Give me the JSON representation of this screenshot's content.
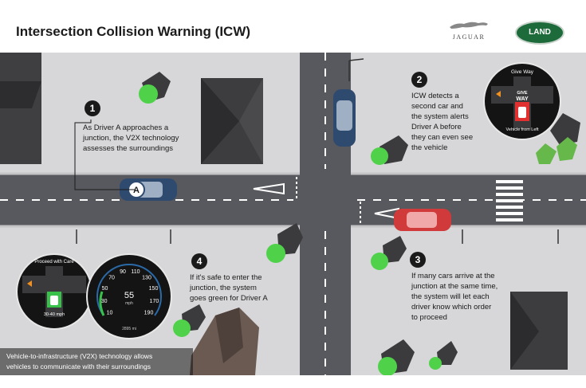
{
  "title": "Intersection Collision Warning (ICW)",
  "logos": {
    "jaguar": "JAGUAR",
    "land_rover": "LAND ROVER"
  },
  "steps": [
    {
      "number": "1",
      "text_lines": [
        "As Driver A approaches a",
        "junction, the V2X technology",
        "assesses the surroundings"
      ]
    },
    {
      "number": "2",
      "text_lines": [
        "ICW detects a",
        "second car and",
        "the system alerts",
        "Driver A before",
        "they can even see",
        "the vehicle"
      ]
    },
    {
      "number": "3",
      "text_lines": [
        "If many cars arrive at the",
        "junction at the same time,",
        "the system will let each",
        "driver know which order",
        "to proceed"
      ]
    },
    {
      "number": "4",
      "text_lines": [
        "If it's safe to enter the",
        "junction, the system",
        "goes green for Driver A"
      ]
    }
  ],
  "car_label": "A",
  "alert_display": {
    "top": "Give Way",
    "center_lines": [
      "GIVE",
      "WAY"
    ],
    "bottom": "Vehicle from Left"
  },
  "dash_display": {
    "top": "Proceed with Care",
    "center": "GO",
    "bottom": "30-40 mph"
  },
  "speedometer": {
    "ticks": [
      "10",
      "30",
      "50",
      "70",
      "90",
      "110",
      "130",
      "150",
      "170",
      "190"
    ],
    "speed": "55",
    "unit": "mph",
    "odometer": "2895 mi"
  },
  "footer_caption_lines": [
    "Vehicle-to-infrastructure (V2X) technology allows",
    "vehicles to communicate with their surroundings"
  ],
  "colors": {
    "road": "#58595e",
    "pavement": "#d9d9db",
    "go": "#38c24a",
    "stop": "#e03030",
    "tree": "#4fd14a",
    "car_blue": "#2e4a6e",
    "car_red": "#d03a3a"
  }
}
